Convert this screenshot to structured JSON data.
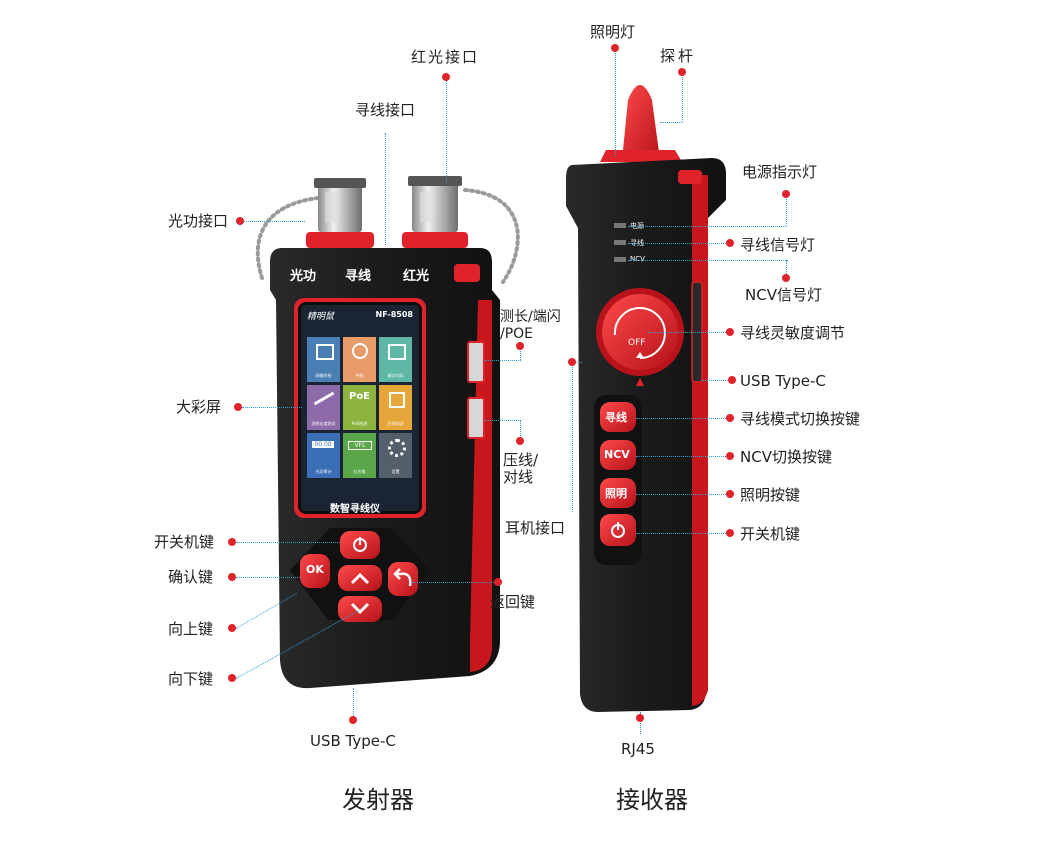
{
  "transmitter": {
    "caption": "发射器",
    "port_labels": [
      "光功",
      "寻线",
      "红光"
    ],
    "brand": "精明鼠",
    "model": "NF-8508",
    "screen_title": "数智寻线仪",
    "apps": [
      {
        "label": "网络时检",
        "icon": "network-icon"
      },
      {
        "label": "寻线",
        "icon": "search-icon"
      },
      {
        "label": "端口闪烁",
        "icon": "port-icon"
      },
      {
        "label": "测线长度测试",
        "icon": "ruler-icon"
      },
      {
        "label": "PoE检测",
        "icon": "poe-icon",
        "text": "PoE"
      },
      {
        "label": "压线测试",
        "icon": "rj45-icon"
      },
      {
        "label": "光功率计",
        "icon": "meter-icon",
        "text": "00.00"
      },
      {
        "label": "红光笔",
        "icon": "vfl-icon",
        "text": "VFL"
      },
      {
        "label": "设置",
        "icon": "gear-icon"
      }
    ],
    "ok_label": "OK",
    "callouts": {
      "optical_power_port": "光功接口",
      "tracer_port": "寻线接口",
      "red_light_port": "红光接口",
      "length_poe": "测长/端闪",
      "length_poe_2": "/POE",
      "big_screen": "大彩屏",
      "crimp": "压线/",
      "crimp_2": "对线",
      "power_key": "开关机键",
      "ok_key": "确认键",
      "back_key": "返回键",
      "up_key": "向上键",
      "down_key": "向下键",
      "usb": "USB Type-C"
    }
  },
  "receiver": {
    "caption": "接收器",
    "indicators": [
      "电源",
      "寻线",
      "NCV"
    ],
    "knob_label": "OFF",
    "buttons": [
      "寻线",
      "NCV",
      "照明"
    ],
    "callouts": {
      "light": "照明灯",
      "probe": "探杆",
      "power_led": "电源指示灯",
      "trace_led": "寻线信号灯",
      "ncv_led": "NCV信号灯",
      "sensitivity": "寻线灵敏度调节",
      "usb": "USB Type-C",
      "mode_key": "寻线模式切换按键",
      "ncv_key": "NCV切换按键",
      "light_key": "照明按键",
      "power_key": "开关机键",
      "earphone": "耳机接口",
      "rj45": "RJ45"
    }
  },
  "colors": {
    "accent": "#e0232b",
    "body": "#1c1c1c",
    "leader": "#2a9fd8"
  }
}
